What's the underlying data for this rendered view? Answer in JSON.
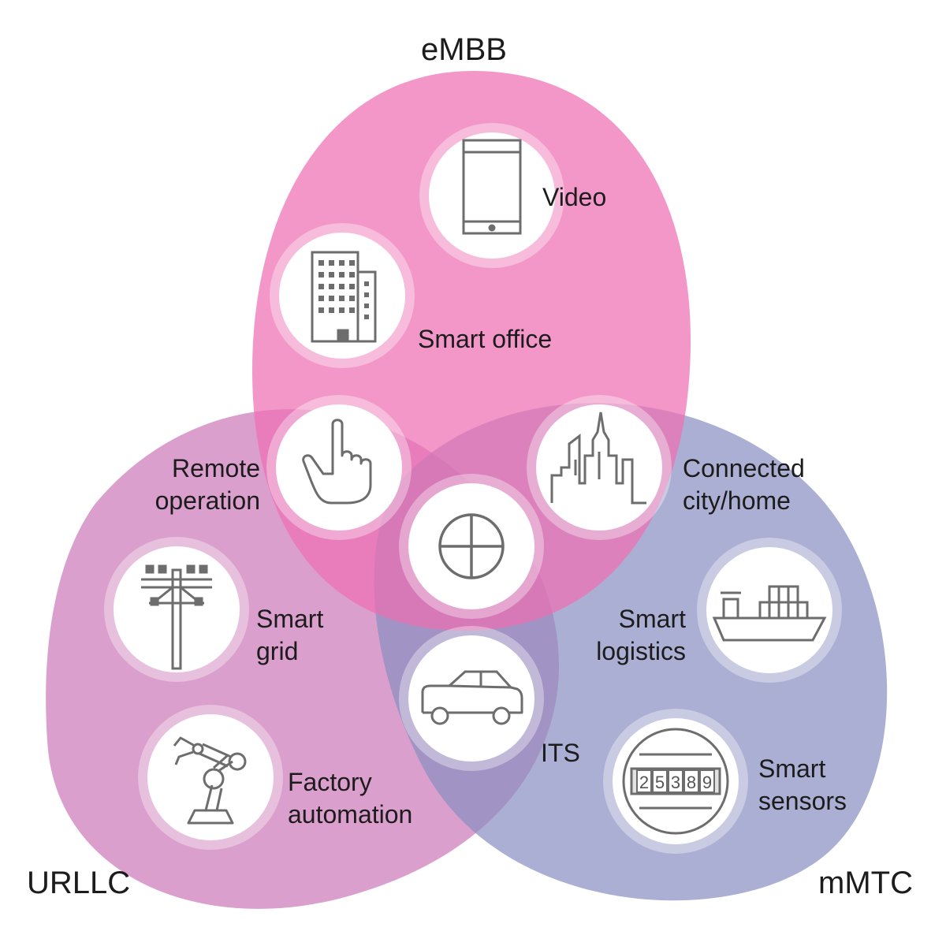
{
  "diagram": {
    "sets": {
      "embb": {
        "label": "eMBB",
        "color": "#ee6fb3"
      },
      "urllc": {
        "label": "URLLC",
        "color": "#cc7ab9"
      },
      "mmtc": {
        "label": "mMTC",
        "color": "#8c91be"
      }
    },
    "use_cases": {
      "video": {
        "lines": [
          "Video"
        ],
        "icon": "smartphone-icon"
      },
      "smart_office": {
        "lines": [
          "Smart office"
        ],
        "icon": "office-building-icon"
      },
      "remote_operation": {
        "lines": [
          "Remote",
          "operation"
        ],
        "icon": "pointing-hand-icon"
      },
      "connected_city": {
        "lines": [
          "Connected",
          "city/home"
        ],
        "icon": "city-skyline-icon"
      },
      "center": {
        "icon": "plus-circle-icon"
      },
      "smart_grid": {
        "lines": [
          "Smart",
          "grid"
        ],
        "icon": "power-pole-icon"
      },
      "smart_logistics": {
        "lines": [
          "Smart",
          "logistics"
        ],
        "icon": "cargo-ship-icon"
      },
      "its": {
        "lines": [
          "ITS"
        ],
        "icon": "car-icon"
      },
      "factory_automation": {
        "lines": [
          "Factory",
          "automation"
        ],
        "icon": "robot-arm-icon"
      },
      "smart_sensors": {
        "lines": [
          "Smart",
          "sensors"
        ],
        "icon": "meter-icon",
        "meter_digits": [
          "2",
          "5",
          "3",
          "8",
          "9"
        ]
      }
    }
  }
}
